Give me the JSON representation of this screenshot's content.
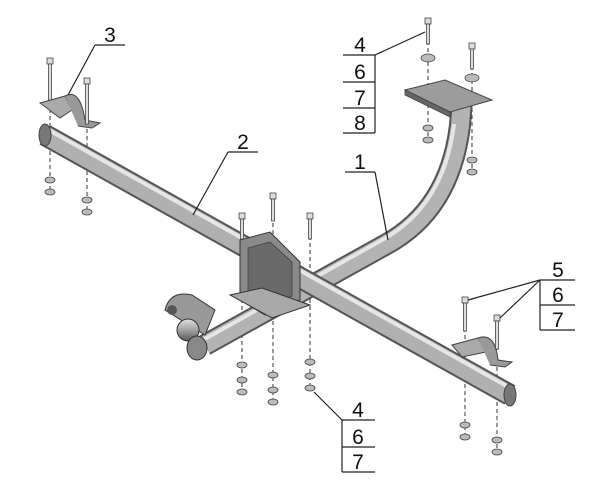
{
  "diagram": {
    "title": "Tow hitch exploded assembly",
    "callouts": {
      "part_1": "1",
      "part_2": "2",
      "part_3": "3",
      "top_right_stack": [
        "4",
        "6",
        "7",
        "8"
      ],
      "right_stack": [
        "5",
        "6",
        "7"
      ],
      "bottom_stack": [
        "4",
        "6",
        "7"
      ]
    },
    "colors": {
      "metal": "#9a9a9a",
      "metal_dark": "#5e5e5e",
      "metal_light": "#d0d0d0"
    }
  }
}
